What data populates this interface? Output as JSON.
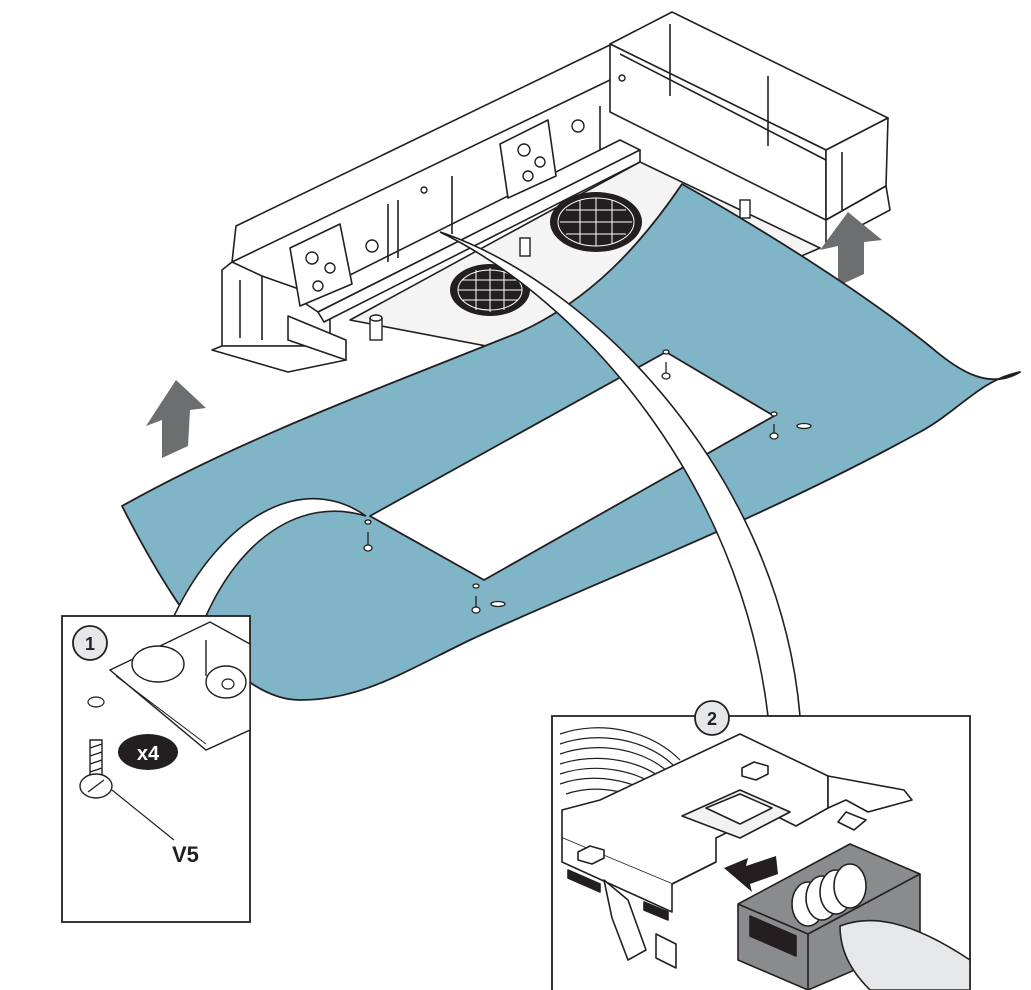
{
  "callouts": [
    {
      "number": "1",
      "quantity": "x4",
      "part_code": "V5"
    },
    {
      "number": "2"
    }
  ],
  "colors": {
    "panel_fill": "#7fb5c6",
    "arrow_fill": "#6d6e70",
    "badge_fill": "#231f20",
    "line": "#231f20"
  },
  "icons": [
    "up-arrow-icon",
    "screw-icon",
    "connector-icon",
    "plug-icon",
    "fan-grille-icon"
  ]
}
